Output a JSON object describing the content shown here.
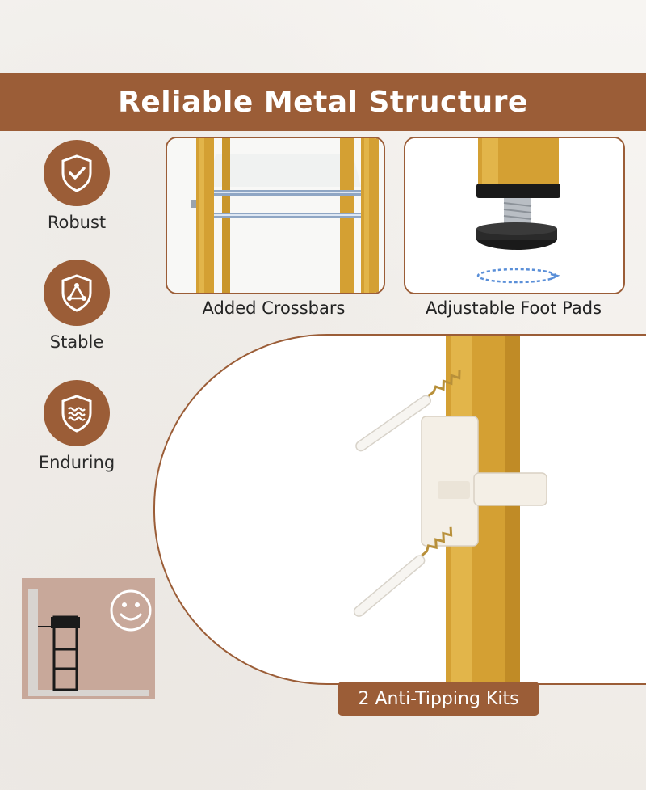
{
  "banner": {
    "title": "Reliable Metal Structure"
  },
  "features": [
    {
      "label": "Robust",
      "icon": "shield-check-icon"
    },
    {
      "label": "Stable",
      "icon": "shield-triangle-icon"
    },
    {
      "label": "Enduring",
      "icon": "shield-waves-icon"
    }
  ],
  "details": [
    {
      "caption": "Added Crossbars"
    },
    {
      "caption": "Adjustable Foot Pads"
    }
  ],
  "anti_tipping": {
    "label": "2 Anti-Tipping Kits"
  },
  "illustration": {
    "icon": "smiley-face-icon"
  },
  "colors": {
    "accent": "#9b5d37",
    "gold": "#d4a033",
    "white": "#ffffff"
  }
}
